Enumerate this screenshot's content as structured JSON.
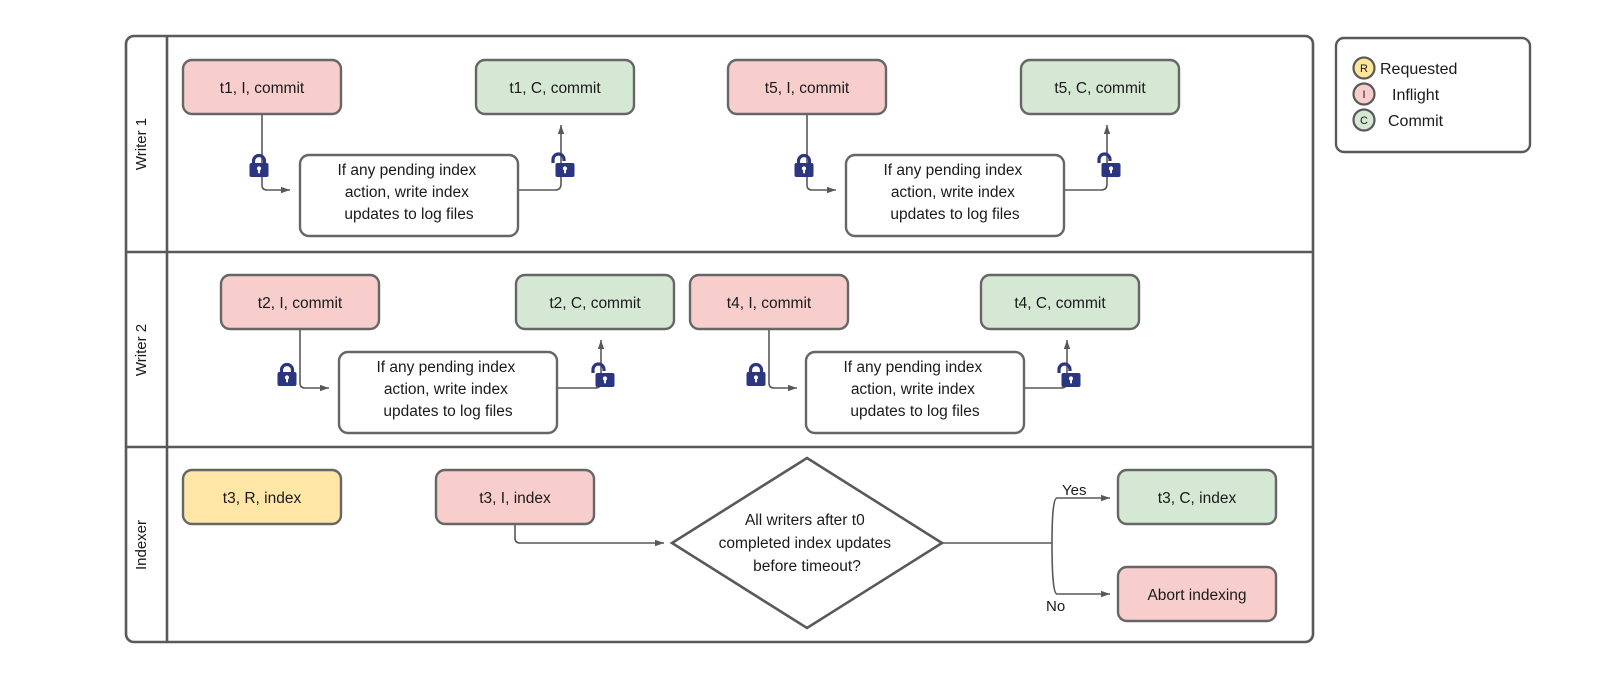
{
  "diagram": {
    "type": "swimlane-flowchart",
    "lanes": [
      {
        "id": "writer-1",
        "label": "Writer 1",
        "nodes": [
          {
            "id": "w1-t1-i",
            "label": "t1, I, commit",
            "shape": "rounded-rect",
            "fill": "#f8cecc"
          },
          {
            "id": "w1-index-1",
            "label": "If any pending index action, write index updates to log files",
            "shape": "rounded-rect",
            "fill": "#ffffff",
            "lines": [
              "If any pending index",
              "action, write index",
              "updates to log files"
            ]
          },
          {
            "id": "w1-t1-c",
            "label": "t1, C, commit",
            "shape": "rounded-rect",
            "fill": "#d5e8d4"
          },
          {
            "id": "w1-t5-i",
            "label": "t5, I, commit",
            "shape": "rounded-rect",
            "fill": "#f8cecc"
          },
          {
            "id": "w1-index-2",
            "label": "If any pending index action, write index updates to log files",
            "shape": "rounded-rect",
            "fill": "#ffffff",
            "lines": [
              "If any pending index",
              "action, write index",
              "updates to log files"
            ]
          },
          {
            "id": "w1-t5-c",
            "label": "t5, C, commit",
            "shape": "rounded-rect",
            "fill": "#d5e8d4"
          }
        ],
        "icons": [
          "lock-closed-icon",
          "lock-open-icon",
          "lock-closed-icon",
          "lock-open-icon"
        ]
      },
      {
        "id": "writer-2",
        "label": "Writer 2",
        "nodes": [
          {
            "id": "w2-t2-i",
            "label": "t2, I, commit",
            "shape": "rounded-rect",
            "fill": "#f8cecc"
          },
          {
            "id": "w2-index-1",
            "label": "If any pending index action, write index updates to log files",
            "shape": "rounded-rect",
            "fill": "#ffffff",
            "lines": [
              "If any pending index",
              "action, write index",
              "updates to log files"
            ]
          },
          {
            "id": "w2-t2-c",
            "label": "t2, C, commit",
            "shape": "rounded-rect",
            "fill": "#d5e8d4"
          },
          {
            "id": "w2-t4-i",
            "label": "t4, I, commit",
            "shape": "rounded-rect",
            "fill": "#f8cecc"
          },
          {
            "id": "w2-index-2",
            "label": "If any pending index action, write index updates to log files",
            "shape": "rounded-rect",
            "fill": "#ffffff",
            "lines": [
              "If any pending index",
              "action, write index",
              "updates to log files"
            ]
          },
          {
            "id": "w2-t4-c",
            "label": "t4, C, commit",
            "shape": "rounded-rect",
            "fill": "#d5e8d4"
          }
        ],
        "icons": [
          "lock-closed-icon",
          "lock-open-icon",
          "lock-closed-icon",
          "lock-open-icon"
        ]
      },
      {
        "id": "indexer",
        "label": "Indexer",
        "nodes": [
          {
            "id": "idx-t3-r",
            "label": "t3, R, index",
            "shape": "rounded-rect",
            "fill": "#ffe6a7"
          },
          {
            "id": "idx-t3-i",
            "label": "t3, I, index",
            "shape": "rounded-rect",
            "fill": "#f8cecc"
          },
          {
            "id": "idx-decision",
            "label": "All writers after t0 completed index updates before timeout?",
            "shape": "diamond",
            "fill": "#ffffff",
            "lines": [
              "All writers after t0",
              "completed index updates",
              "before timeout?"
            ]
          },
          {
            "id": "idx-t3-c",
            "label": "t3, C, index",
            "shape": "rounded-rect",
            "fill": "#d5e8d4"
          },
          {
            "id": "idx-abort",
            "label": "Abort indexing",
            "shape": "rounded-rect",
            "fill": "#f8cecc"
          }
        ],
        "edge_labels": [
          "Yes",
          "No"
        ]
      }
    ]
  },
  "legend": {
    "items": [
      {
        "badge": "R",
        "label": "Requested",
        "color": "#ffe599"
      },
      {
        "badge": "I",
        "label": "Inflight",
        "color": "#f8cecc"
      },
      {
        "badge": "C",
        "label": "Commit",
        "color": "#d5e8d4"
      }
    ]
  },
  "colors": {
    "inflight": "#f8cecc",
    "commit": "#d5e8d4",
    "requested": "#ffe6a7",
    "stroke": "#666666",
    "lane_stroke": "#555555",
    "lock": "#2b3580",
    "text": "#1a1a1a"
  }
}
